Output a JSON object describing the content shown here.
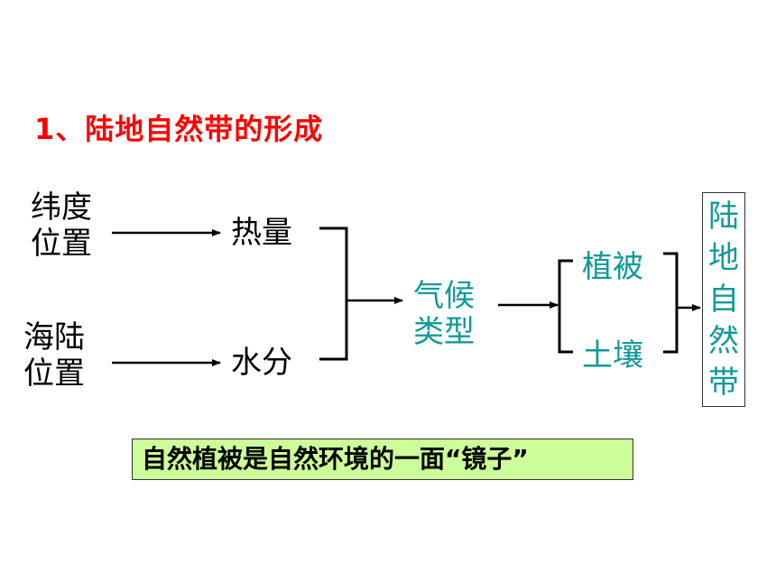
{
  "title": "1、陆地自然带的形成",
  "left_factors": [
    {
      "line1": "纬度",
      "line2": "位置"
    },
    {
      "line1": "海陆",
      "line2": "位置"
    }
  ],
  "middle": [
    "热量",
    "水分"
  ],
  "climate": {
    "line1": "气候",
    "line2": "类型"
  },
  "outcomes": [
    "植被",
    "土壤"
  ],
  "result_chars": [
    "陆",
    "地",
    "自",
    "然",
    "带"
  ],
  "note": "自然植被是自然环境的一面“镜子”",
  "colors": {
    "title": "#ff0000",
    "teal": "#0e9a98",
    "note_bg": "#ccff99"
  }
}
